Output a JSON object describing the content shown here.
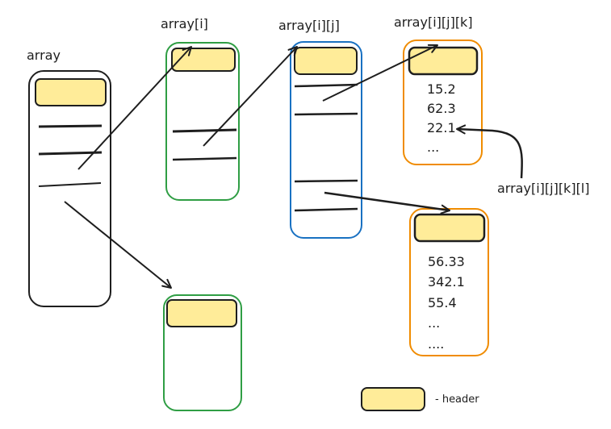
{
  "diagram": {
    "title_labels": {
      "array": "array",
      "array_i": "array[i]",
      "array_ij": "array[i][j]",
      "array_ijk": "array[i][j][k]",
      "array_ijkl": "array[i][j][k][l]"
    },
    "colors": {
      "root_border": "#1e1e1e",
      "level1_border": "#2f9e44",
      "level2_border": "#1971c2",
      "level3_border": "#f08c00",
      "header_fill": "#ffec99",
      "header_border": "#1e1e1e",
      "arrow": "#1e1e1e"
    },
    "nodes": [
      {
        "id": "array",
        "label": "array",
        "level": 0,
        "slots": 3
      },
      {
        "id": "array-i-top",
        "label": "array[i]",
        "level": 1,
        "slots": 2
      },
      {
        "id": "array-i-bottom",
        "label": "",
        "level": 1,
        "slots": 0
      },
      {
        "id": "array-ij",
        "label": "array[i][j]",
        "level": 2,
        "slots": 4
      },
      {
        "id": "array-ijk-top",
        "label": "array[i][j][k]",
        "level": 3,
        "values": [
          "15.2",
          "62.3",
          "22.1",
          "..."
        ]
      },
      {
        "id": "array-ijk-bottom",
        "label": "",
        "level": 3,
        "values": [
          "56.33",
          "342.1",
          "55.4",
          "...",
          "...."
        ]
      }
    ],
    "edges": [
      {
        "from": "array",
        "to": "array-i-top"
      },
      {
        "from": "array",
        "to": "array-i-bottom"
      },
      {
        "from": "array-i-top",
        "to": "array-ij"
      },
      {
        "from": "array-ij",
        "to": "array-ijk-top"
      },
      {
        "from": "array-ij",
        "to": "array-ijk-bottom"
      },
      {
        "from": "array[i][j][k][l]",
        "to": "22.1"
      }
    ],
    "legend": {
      "text": "- header"
    }
  }
}
